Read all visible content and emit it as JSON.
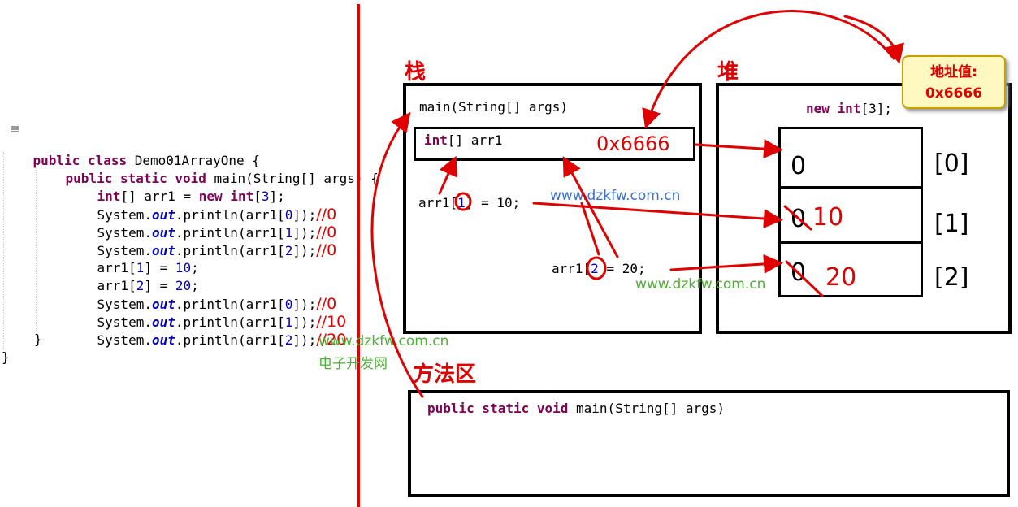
{
  "code": {
    "l1": {
      "kw": "public class",
      "rest": " Demo01ArrayOne {"
    },
    "l2": {
      "kw": "public static void",
      "rest": " main(String[] args) {"
    },
    "l3": {
      "kw1": "int",
      "mid": "[] arr1 = ",
      "kw2": "new",
      "sp": " ",
      "kw3": "int",
      "open": "[",
      "num": "3",
      "close": "];"
    },
    "l4": {
      "pre": "System.",
      "out": "out",
      "post": ".println(arr1[",
      "num": "0",
      "end": "]);",
      "cmt": "//0"
    },
    "l5": {
      "pre": "System.",
      "out": "out",
      "post": ".println(arr1[",
      "num": "1",
      "end": "]);",
      "cmt": "//0"
    },
    "l6": {
      "pre": "System.",
      "out": "out",
      "post": ".println(arr1[",
      "num": "2",
      "end": "]);",
      "cmt": "//0"
    },
    "l7": {
      "pre": "arr1[",
      "idx": "1",
      "mid": "] = ",
      "num": "10",
      "end": ";"
    },
    "l8": {
      "pre": "arr1[",
      "idx": "2",
      "mid": "] = ",
      "num": "20",
      "end": ";"
    },
    "l9": {
      "pre": "System.",
      "out": "out",
      "post": ".println(arr1[",
      "num": "0",
      "end": "]);",
      "cmt": "//0"
    },
    "l10": {
      "pre": "System.",
      "out": "out",
      "post": ".println(arr1[",
      "num": "1",
      "end": "]);",
      "cmt": "//10"
    },
    "l11": {
      "pre": "System.",
      "out": "out",
      "post": ".println(arr1[",
      "num": "2",
      "end": "]);",
      "cmt": "//20"
    },
    "l12": "}",
    "l13": "}"
  },
  "stack": {
    "title": "栈",
    "frame": "main(String[] args)",
    "var_kw": "int",
    "var_rest": "[] arr1",
    "address": "0x6666",
    "assign1_pre": "arr1[",
    "assign1_idx": "1",
    "assign1_rest": "] = 10;",
    "assign2_pre": "arr1[",
    "assign2_idx": "2",
    "assign2_rest": " = 20;"
  },
  "heap": {
    "title": "堆",
    "expr_kw1": "new",
    "expr_kw2": "int",
    "expr_rest": "[3];",
    "cells": [
      "0",
      "0",
      "0"
    ],
    "indices": [
      "[0]",
      "[1]",
      "[2]"
    ],
    "new_values": [
      "10",
      "20"
    ],
    "callout_label": "地址值:",
    "callout_value": "0x6666"
  },
  "method_area": {
    "title": "方法区",
    "signature_kw": "public static void",
    "signature_rest": " main(String[] args)"
  },
  "watermarks": {
    "w1": "www.dzkfw.com.cn",
    "w2": "www.dzkfw.com.cn",
    "w3": "www.dzkfw.com.cn",
    "w4": "电子开发网"
  },
  "colors": {
    "keyword": "#7f0055",
    "number": "#0000c0",
    "annotation": "#e00000",
    "watermark": "#4fae37"
  }
}
